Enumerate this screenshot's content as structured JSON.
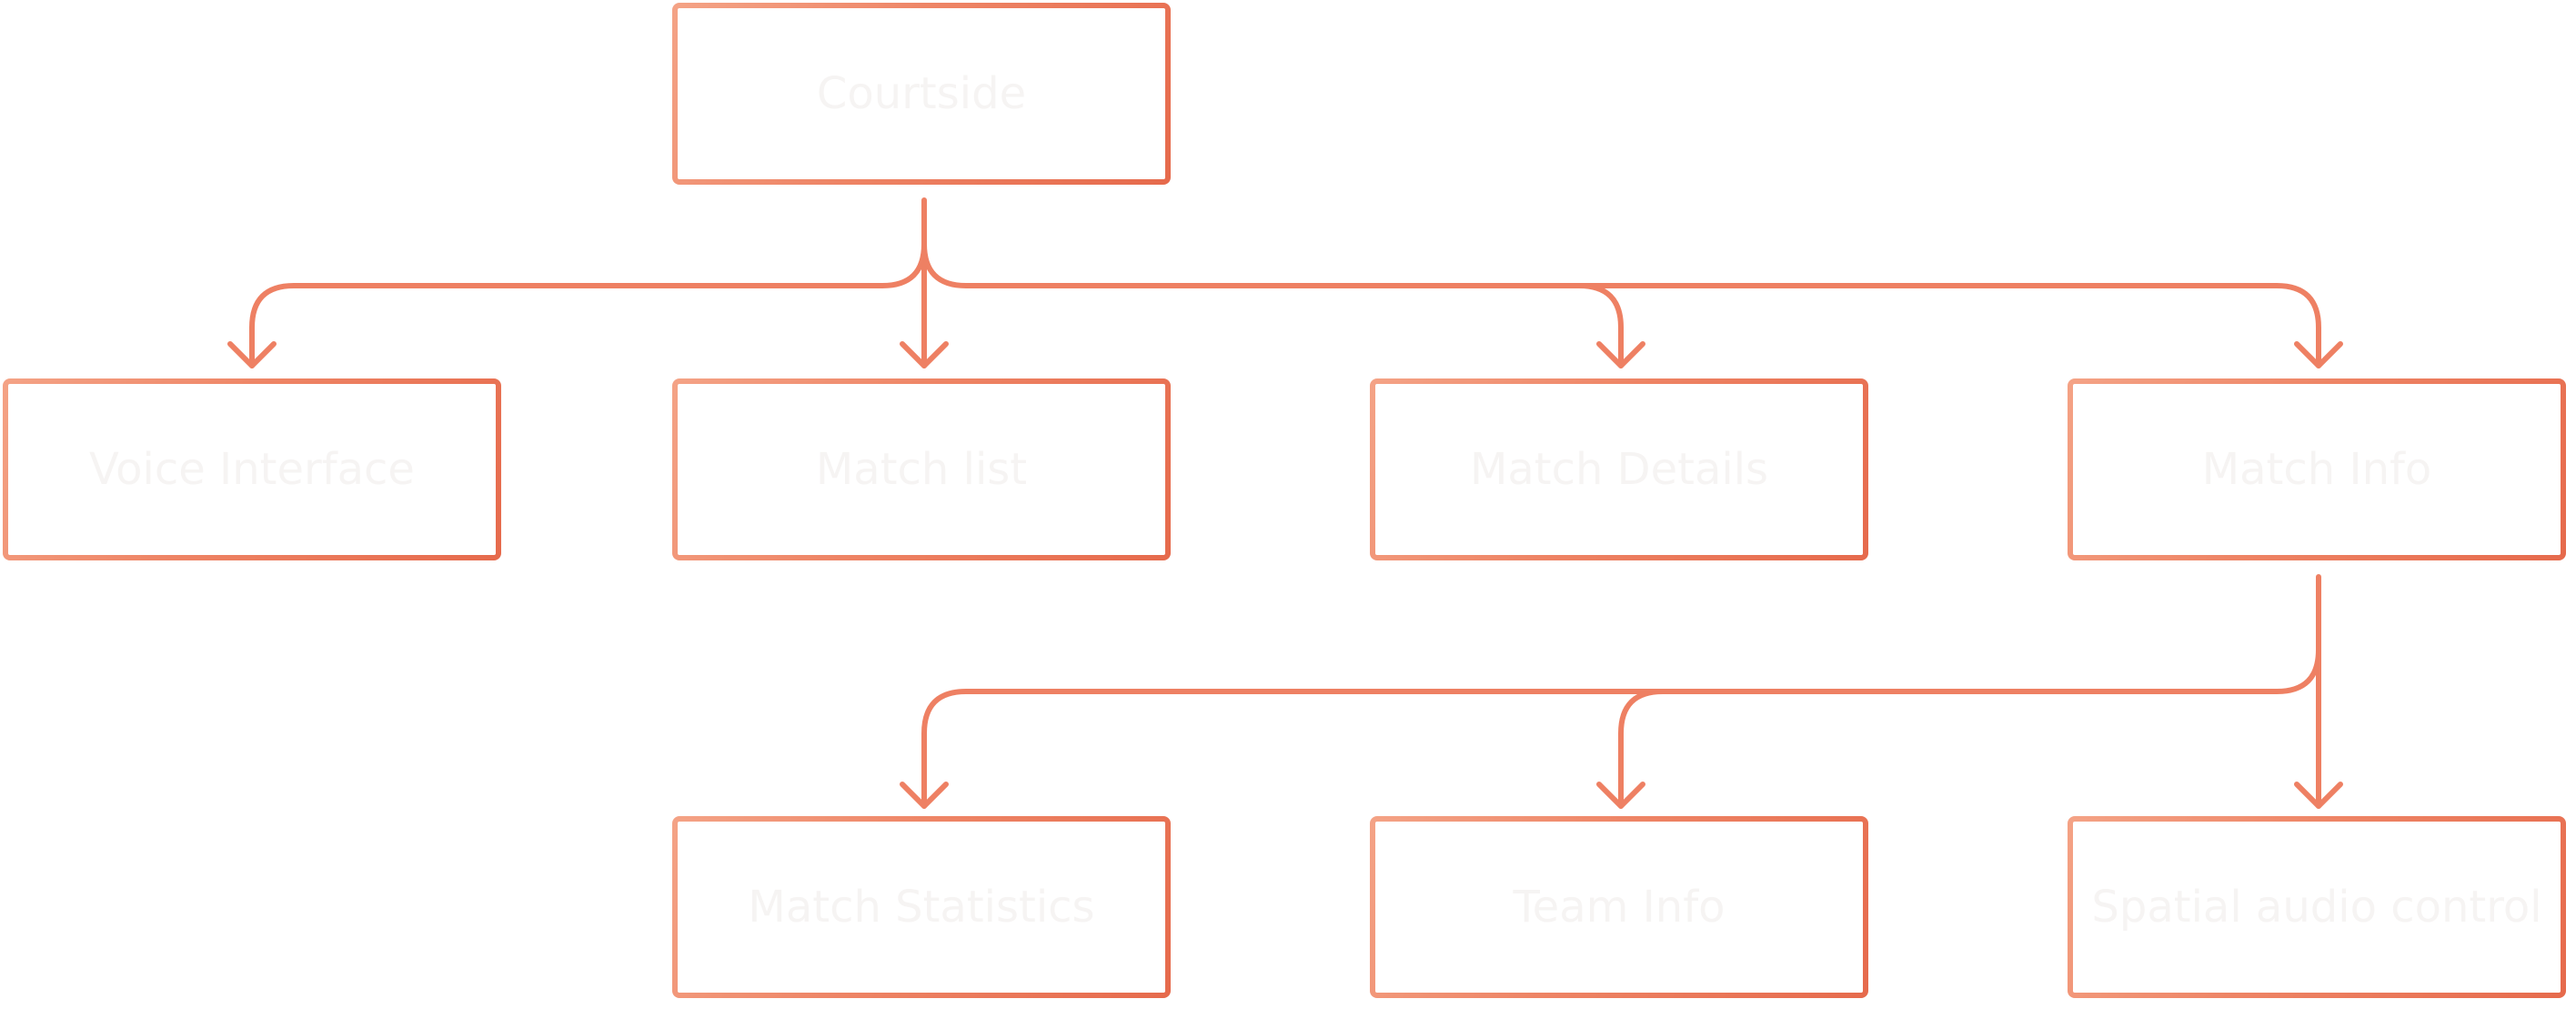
{
  "diagram": {
    "line_color_start": "#f4a386",
    "line_color_end": "#e66a4c",
    "label_color": "#f6f4f3",
    "nodes": {
      "root": "Courtside",
      "voice_interface": "Voice Interface",
      "match_list": "Match list",
      "match_details": "Match Details",
      "match_info": "Match Info",
      "match_statistics": "Match Statistics",
      "team_info": "Team Info",
      "spatial_audio": "Spatial audio control"
    },
    "edges": [
      [
        "root",
        "voice_interface"
      ],
      [
        "root",
        "match_list"
      ],
      [
        "root",
        "match_details"
      ],
      [
        "root",
        "match_info"
      ],
      [
        "match_info",
        "match_statistics"
      ],
      [
        "match_info",
        "team_info"
      ],
      [
        "match_info",
        "spatial_audio"
      ]
    ]
  }
}
